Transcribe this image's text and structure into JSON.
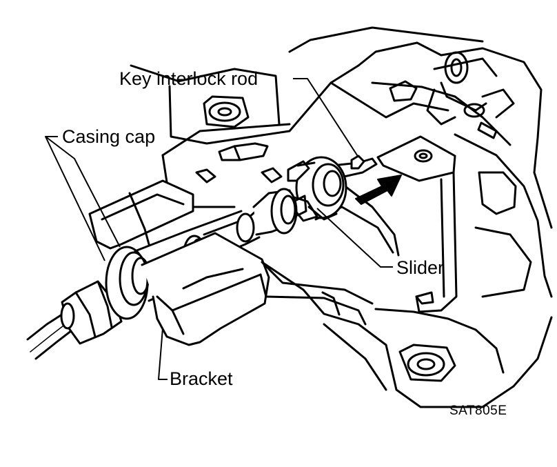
{
  "labels": {
    "key_interlock_rod": "Key interlock rod",
    "casing_cap": "Casing cap",
    "slider": "Slider",
    "bracket": "Bracket",
    "figure_code": "SAT805E"
  },
  "colors": {
    "ink": "#000000",
    "paper": "#ffffff",
    "shade": "#d8d8d8"
  }
}
